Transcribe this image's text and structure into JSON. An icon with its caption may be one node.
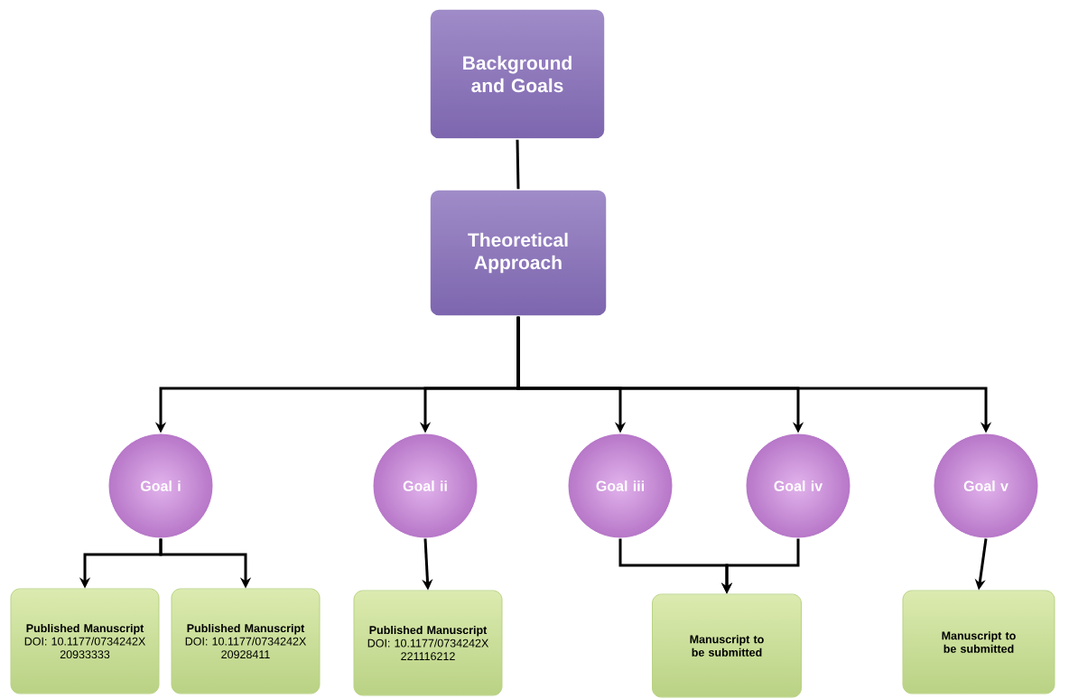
{
  "diagram": {
    "nodes": [
      {
        "text": [
          "Background and Goals"
        ]
      },
      {
        "text": [
          "Theoretical Approach"
        ]
      },
      {
        "text": [
          "Goal i"
        ]
      },
      {
        "text": [
          "Goal ii"
        ]
      },
      {
        "text": [
          "Goal iii"
        ]
      },
      {
        "text": [
          "Goal iv"
        ]
      },
      {
        "text": [
          "Goal v"
        ]
      },
      {
        "text": [
          "Published Manuscript",
          "DOI: 10.1177/0734242X 20933333"
        ]
      },
      {
        "text": [
          "Published Manuscript",
          "DOI: 10.1177/0734242X 20928411"
        ]
      },
      {
        "text": [
          "Published Manuscript",
          "DOI: 10.1177/0734242X 221116212"
        ]
      },
      {
        "text": [
          "Manuscript to be submitted"
        ]
      },
      {
        "text": [
          "Manuscript to be submitted"
        ]
      }
    ],
    "edges": [
      {
        "from": 0,
        "to": 1,
        "arrow": "none"
      },
      {
        "from": 1,
        "to": 2,
        "arrow": "to"
      },
      {
        "from": 1,
        "to": 3,
        "arrow": "to"
      },
      {
        "from": 1,
        "to": 4,
        "arrow": "to"
      },
      {
        "from": 1,
        "to": 5,
        "arrow": "to"
      },
      {
        "from": 1,
        "to": 6,
        "arrow": "to"
      },
      {
        "from": 2,
        "to": 7,
        "arrow": "to"
      },
      {
        "from": 2,
        "to": 8,
        "arrow": "to"
      },
      {
        "from": 3,
        "to": 9,
        "arrow": "to"
      },
      {
        "from": 4,
        "to": 10,
        "arrow": "to"
      },
      {
        "from": 5,
        "to": 10,
        "arrow": "to"
      },
      {
        "from": 6,
        "to": 11,
        "arrow": "to"
      }
    ]
  }
}
